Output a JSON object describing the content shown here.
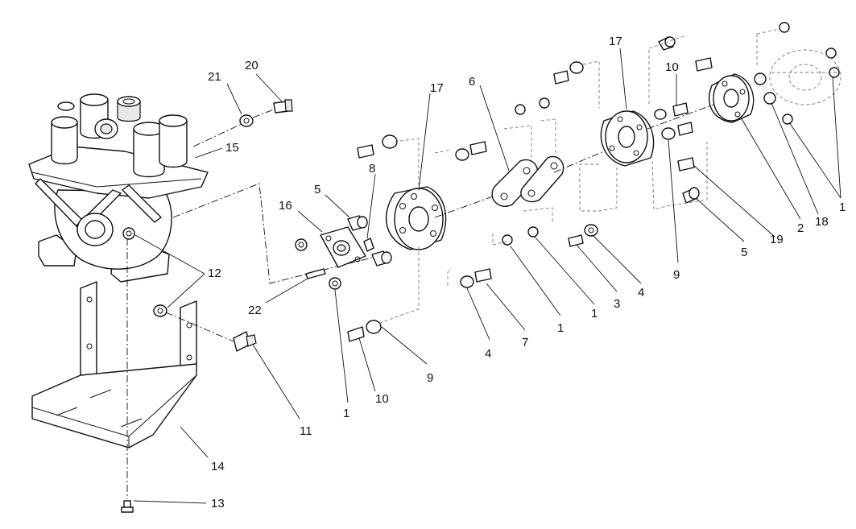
{
  "callouts": [
    {
      "id": "c20",
      "text": "20"
    },
    {
      "id": "c21",
      "text": "21"
    },
    {
      "id": "c15",
      "text": "15"
    },
    {
      "id": "c12",
      "text": "12"
    },
    {
      "id": "c11",
      "text": "11"
    },
    {
      "id": "c14",
      "text": "14"
    },
    {
      "id": "c13",
      "text": "13"
    },
    {
      "id": "c22",
      "text": "22"
    },
    {
      "id": "c16",
      "text": "16"
    },
    {
      "id": "c5a",
      "text": "5"
    },
    {
      "id": "c8",
      "text": "8"
    },
    {
      "id": "c1a",
      "text": "1"
    },
    {
      "id": "c10a",
      "text": "10"
    },
    {
      "id": "c9a",
      "text": "9"
    },
    {
      "id": "c17a",
      "text": "17"
    },
    {
      "id": "c4a",
      "text": "4"
    },
    {
      "id": "c7",
      "text": "7"
    },
    {
      "id": "c6",
      "text": "6"
    },
    {
      "id": "c1b",
      "text": "1"
    },
    {
      "id": "c1c",
      "text": "1"
    },
    {
      "id": "c3",
      "text": "3"
    },
    {
      "id": "c4b",
      "text": "4"
    },
    {
      "id": "c17b",
      "text": "17"
    },
    {
      "id": "c10b",
      "text": "10"
    },
    {
      "id": "c9b",
      "text": "9"
    },
    {
      "id": "c5b",
      "text": "5"
    },
    {
      "id": "c19",
      "text": "19"
    },
    {
      "id": "c2",
      "text": "2"
    },
    {
      "id": "c18",
      "text": "18"
    },
    {
      "id": "c1d",
      "text": "1"
    }
  ]
}
